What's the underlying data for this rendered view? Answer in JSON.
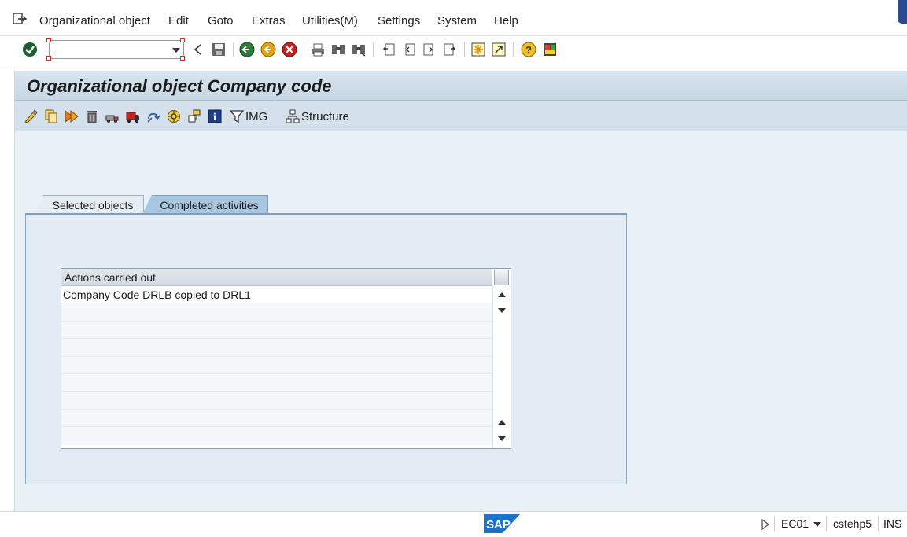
{
  "menu": {
    "items": [
      "Organizational object",
      "Edit",
      "Goto",
      "Extras",
      "Utilities(M)",
      "Settings",
      "System",
      "Help"
    ]
  },
  "toolbar": {
    "command_field_value": "",
    "icons": [
      "enter-icon",
      "back-arrow-icon",
      "save-icon",
      "back-icon",
      "exit-icon",
      "cancel-icon",
      "print-icon",
      "find-icon",
      "find-next-icon",
      "first-page-icon",
      "previous-page-icon",
      "next-page-icon",
      "last-page-icon",
      "new-session-icon",
      "shortcut-icon",
      "help-icon",
      "layout-icon"
    ]
  },
  "main": {
    "title": "Organizational object Company code",
    "app_toolbar": {
      "img_label": "IMG",
      "structure_label": "Structure"
    },
    "tabs": [
      {
        "label": "Selected objects",
        "active": false
      },
      {
        "label": "Completed activities",
        "active": true
      }
    ],
    "table": {
      "column_header": "Actions carried out",
      "rows": [
        "Company Code DRLB copied to DRL1",
        "",
        "",
        "",
        "",
        "",
        "",
        "",
        ""
      ]
    }
  },
  "status": {
    "system": "EC01",
    "server": "cstehp5",
    "mode": "INS"
  },
  "colors": {
    "title_bar": "#c7d7e5",
    "active_tab": "#a9c6e0",
    "panel": "#e3ecf4",
    "menu_bar": "#ffffff",
    "corner_accent": "#2a4b8d"
  }
}
